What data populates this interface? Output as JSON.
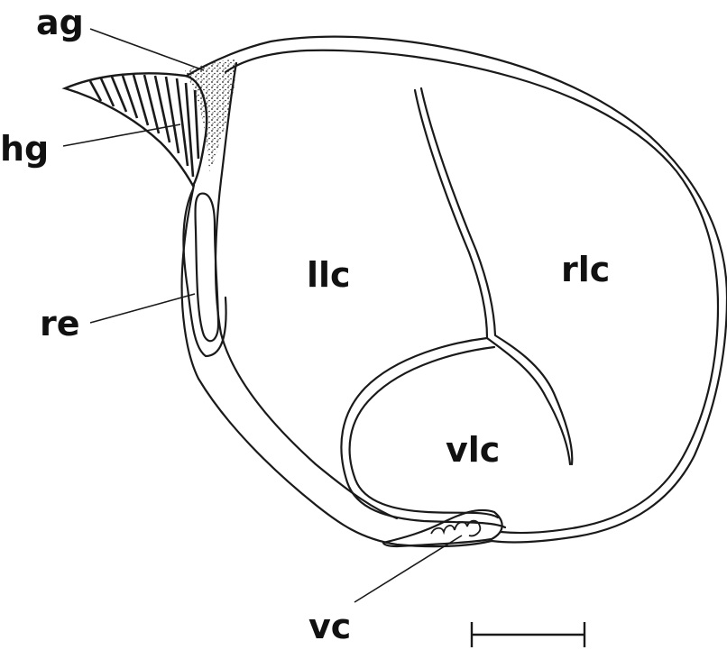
{
  "labels": {
    "ag": "ag",
    "hg": "hg",
    "re": "re",
    "llc": "llc",
    "rlc": "rlc",
    "vlc": "vlc",
    "vc": "vc"
  },
  "colors": {
    "ink": "#1a1a1a",
    "background": "#ffffff"
  }
}
